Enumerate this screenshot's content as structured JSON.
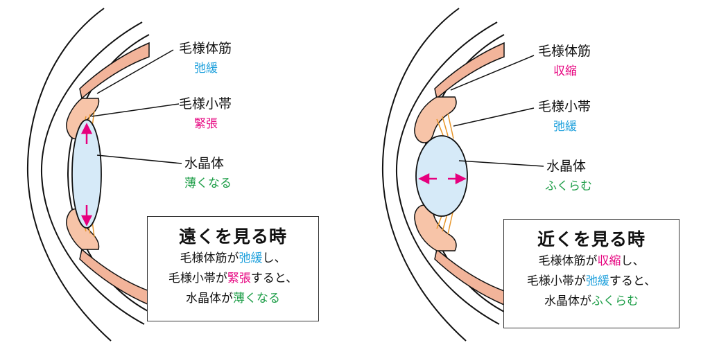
{
  "colors": {
    "blue": "#1ea0dc",
    "pink": "#e6007e",
    "green": "#1e9e48",
    "muscle": "#f7c4a8",
    "lens": "#d6eaf8",
    "zonule": "#e8962a"
  },
  "left": {
    "muscle": {
      "name": "毛様体筋",
      "state": "弛緩"
    },
    "zonule": {
      "name": "毛様小帯",
      "state": "緊張"
    },
    "lens": {
      "name": "水晶体",
      "state": "薄くなる"
    },
    "box": {
      "title": "遠くを見る時",
      "l1": {
        "a": "毛様体筋が",
        "b": "弛緩",
        "c": "し、"
      },
      "l2": {
        "a": "毛様小帯が",
        "b": "緊張",
        "c": "すると、"
      },
      "l3": {
        "a": "水晶体が",
        "b": "薄くなる"
      }
    }
  },
  "right": {
    "muscle": {
      "name": "毛様体筋",
      "state": "収縮"
    },
    "zonule": {
      "name": "毛様小帯",
      "state": "弛緩"
    },
    "lens": {
      "name": "水晶体",
      "state": "ふくらむ"
    },
    "box": {
      "title": "近くを見る時",
      "l1": {
        "a": "毛様体筋が",
        "b": "収縮",
        "c": "し、"
      },
      "l2": {
        "a": "毛様小帯が",
        "b": "弛緩",
        "c": "すると、"
      },
      "l3": {
        "a": "水晶体が",
        "b": "ふくらむ"
      }
    }
  }
}
